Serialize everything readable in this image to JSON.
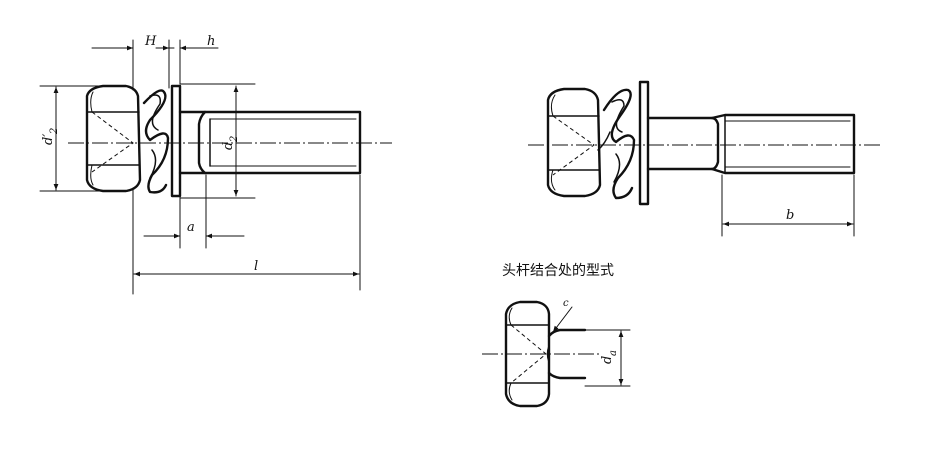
{
  "labels": {
    "H": "H",
    "h": "h",
    "d2_prime": "d′",
    "d2_prime_sub": "2",
    "d2": "d",
    "d2_sub": "2",
    "a": "a",
    "l": "l",
    "b": "b",
    "c": "c",
    "da": "d",
    "da_sub": "a"
  },
  "caption": "头杆结合处的型式"
}
